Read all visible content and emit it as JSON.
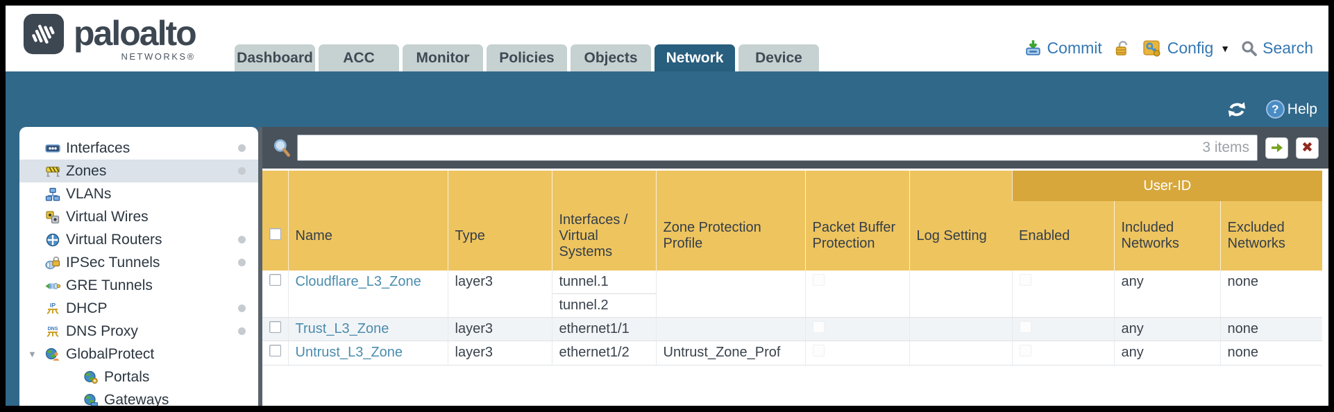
{
  "app": {
    "brand": "paloalto",
    "brand_sub": "NETWORKS®"
  },
  "colors": {
    "teal_band": "#30688a",
    "tab_active": "#285e7e",
    "header_amber": "#eec45f",
    "user_id_band": "#d7a73c",
    "link_blue": "#4a8cad",
    "toolbar_gray": "#49525a",
    "alt_row": "#f1f4f6",
    "util_blue": "#3377b2"
  },
  "nav": {
    "tabs": [
      {
        "label": "Dashboard",
        "active": false
      },
      {
        "label": "ACC",
        "active": false
      },
      {
        "label": "Monitor",
        "active": false
      },
      {
        "label": "Policies",
        "active": false
      },
      {
        "label": "Objects",
        "active": false
      },
      {
        "label": "Network",
        "active": true
      },
      {
        "label": "Device",
        "active": false
      }
    ],
    "commit_label": "Commit",
    "config_label": "Config",
    "search_label": "Search"
  },
  "subheader": {
    "help_label": "Help"
  },
  "icons": {
    "caret_glyph": "▼",
    "expander_glyph": "▼",
    "clear_glyph": "✖",
    "help_glyph": "?"
  },
  "sidebar": {
    "items": [
      {
        "label": "Interfaces",
        "icon": "interfaces-icon",
        "dot": true,
        "selected": false
      },
      {
        "label": "Zones",
        "icon": "zones-icon",
        "dot": true,
        "selected": true
      },
      {
        "label": "VLANs",
        "icon": "vlans-icon",
        "dot": false,
        "selected": false
      },
      {
        "label": "Virtual Wires",
        "icon": "virtual-wires-icon",
        "dot": false,
        "selected": false
      },
      {
        "label": "Virtual Routers",
        "icon": "virtual-routers-icon",
        "dot": true,
        "selected": false
      },
      {
        "label": "IPSec Tunnels",
        "icon": "ipsec-tunnels-icon",
        "dot": true,
        "selected": false
      },
      {
        "label": "GRE Tunnels",
        "icon": "gre-tunnels-icon",
        "dot": false,
        "selected": false
      },
      {
        "label": "DHCP",
        "icon": "dhcp-icon",
        "dot": true,
        "selected": false
      },
      {
        "label": "DNS Proxy",
        "icon": "dns-proxy-icon",
        "dot": true,
        "selected": false
      },
      {
        "label": "GlobalProtect",
        "icon": "globalprotect-icon",
        "dot": false,
        "selected": false,
        "expanded": true
      },
      {
        "label": "Portals",
        "icon": "portals-icon",
        "dot": false,
        "selected": false,
        "child": true
      },
      {
        "label": "Gateways",
        "icon": "gateways-icon",
        "dot": false,
        "selected": false,
        "child": true
      }
    ]
  },
  "toolbar": {
    "filter_value": "",
    "items_count": "3 items"
  },
  "table": {
    "user_id_group": "User-ID",
    "columns": [
      "Name",
      "Type",
      "Interfaces / Virtual Systems",
      "Zone Protection Profile",
      "Packet Buffer Protection",
      "Log Setting",
      "Enabled",
      "Included Networks",
      "Excluded Networks"
    ],
    "rows": [
      {
        "name": "Cloudflare_L3_Zone",
        "type": "layer3",
        "interfaces": [
          "tunnel.1",
          "tunnel.2"
        ],
        "zone_protection_profile": "",
        "packet_buffer_protection_checked": false,
        "log_setting": "",
        "user_id_enabled_checked": false,
        "included_networks": "any",
        "excluded_networks": "none"
      },
      {
        "name": "Trust_L3_Zone",
        "type": "layer3",
        "interfaces": [
          "ethernet1/1"
        ],
        "zone_protection_profile": "",
        "packet_buffer_protection_checked": false,
        "log_setting": "",
        "user_id_enabled_checked": false,
        "included_networks": "any",
        "excluded_networks": "none"
      },
      {
        "name": "Untrust_L3_Zone",
        "type": "layer3",
        "interfaces": [
          "ethernet1/2"
        ],
        "zone_protection_profile": "Untrust_Zone_Prof",
        "packet_buffer_protection_checked": false,
        "log_setting": "",
        "user_id_enabled_checked": false,
        "included_networks": "any",
        "excluded_networks": "none"
      }
    ]
  }
}
